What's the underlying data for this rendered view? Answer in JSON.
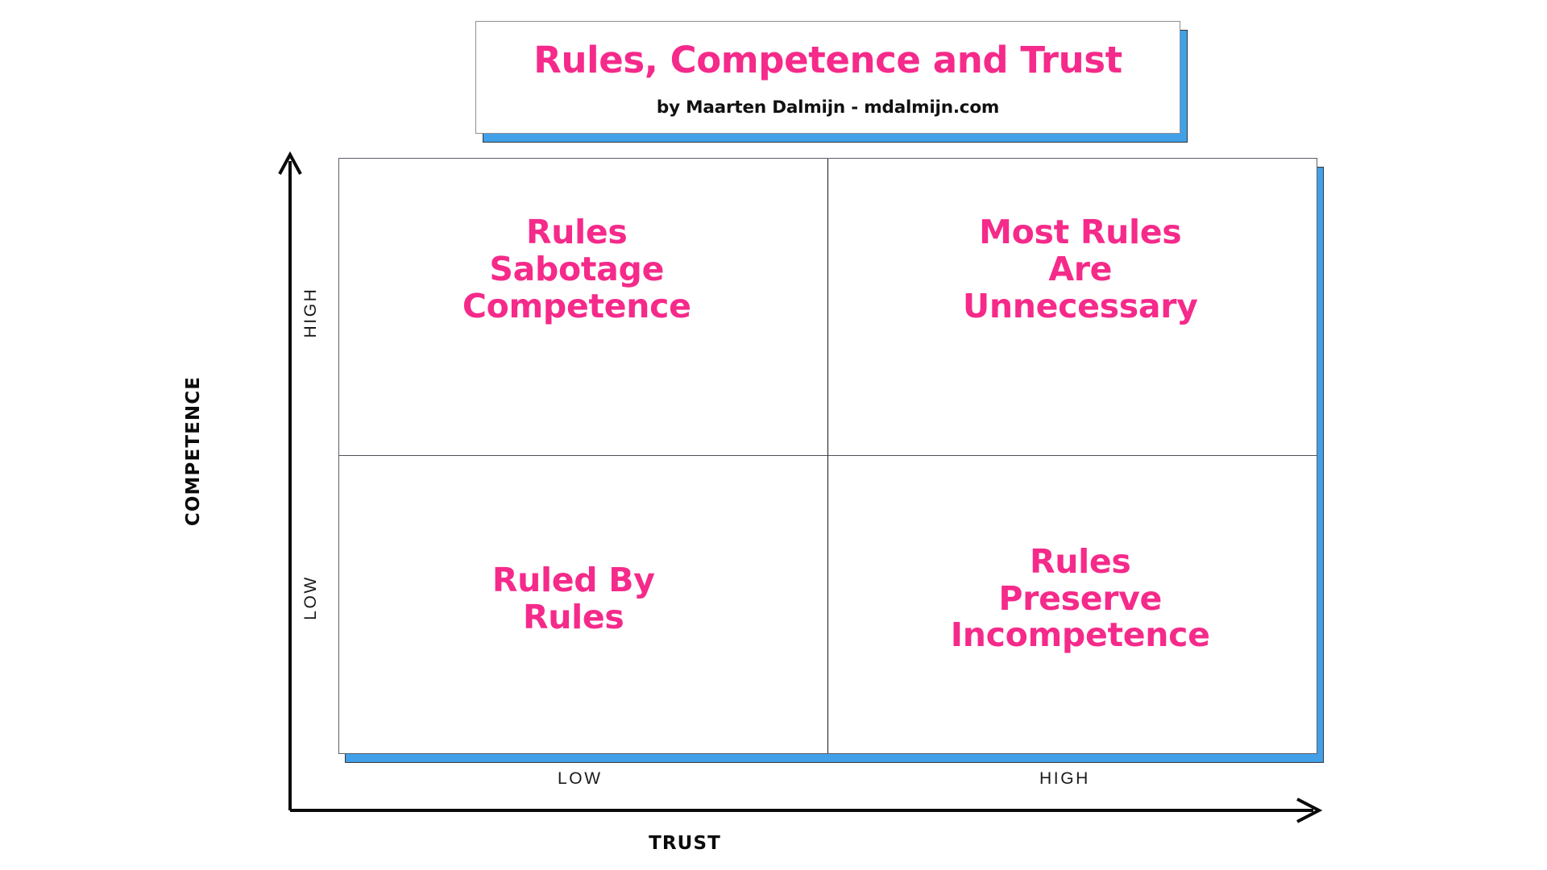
{
  "page": {
    "background": "#ffffff",
    "accent_pink": "#f52a8a",
    "accent_blue": "#42a0e8",
    "ink": "#1a1a1a"
  },
  "title_card": {
    "title": "Rules, Competence and Trust",
    "byline": "by Maarten Dalmijn - mdalmijn.com"
  },
  "chart_data": {
    "type": "table",
    "title": "Rules, Competence and Trust",
    "subtitle": "by Maarten Dalmijn - mdalmijn.com",
    "xlabel": "TRUST",
    "ylabel": "COMPETENCE",
    "x_ticks": [
      "LOW",
      "HIGH"
    ],
    "y_ticks": [
      "HIGH",
      "LOW"
    ],
    "grid": true,
    "legend": "none",
    "quadrants": [
      {
        "id": "high-competence-low-trust",
        "position": "top-left",
        "competence": "HIGH",
        "trust": "LOW",
        "label": "Rules\nSabotage\nCompetence"
      },
      {
        "id": "high-competence-high-trust",
        "position": "top-right",
        "competence": "HIGH",
        "trust": "HIGH",
        "label": "Most Rules\nAre\nUnnecessary"
      },
      {
        "id": "low-competence-low-trust",
        "position": "bottom-left",
        "competence": "LOW",
        "trust": "LOW",
        "label": "Ruled By\nRules"
      },
      {
        "id": "low-competence-high-trust",
        "position": "bottom-right",
        "competence": "LOW",
        "trust": "HIGH",
        "label": "Rules\nPreserve\nIncompetence"
      }
    ]
  },
  "axes": {
    "x_title": "TRUST",
    "y_title": "COMPETENCE",
    "x_tick_low": "LOW",
    "x_tick_high": "HIGH",
    "y_tick_high": "HIGH",
    "y_tick_low": "LOW"
  }
}
